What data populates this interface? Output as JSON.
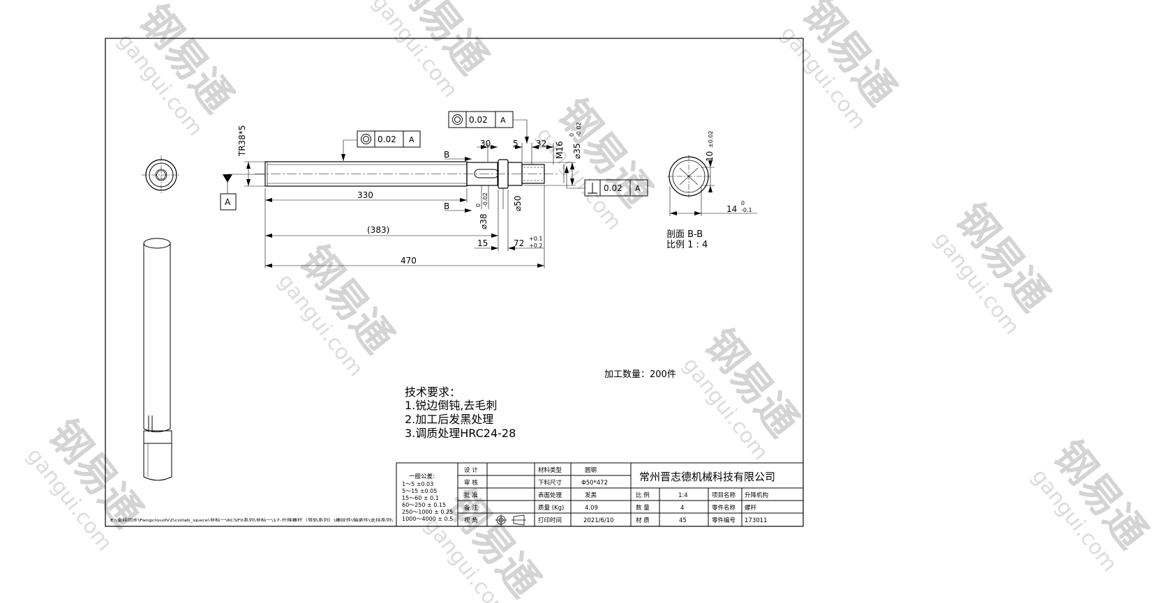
{
  "colors": {
    "line": "#000000",
    "watermark": "#d4d4d4",
    "background": "#ffffff"
  },
  "watermark": {
    "mark": "钢易通",
    "domain": "gangui.com"
  },
  "views": {
    "front": {
      "thread_label": "TR38*5",
      "dim_overall": "470",
      "dim_ref": "(383)",
      "dim_thread_len": "330",
      "dim_15": "15",
      "dim_72": "72",
      "tol_72_upper": "+0.1",
      "tol_72_lower": "+0.2",
      "dim_30": "30",
      "dim_5": "5",
      "dim_32": "32",
      "m16": "M16",
      "dia35": "⌀35",
      "dia35_upper": "0",
      "dia35_lower": "-0.02",
      "dia38": "⌀38",
      "dia38_upper": "0",
      "dia38_lower": "-0.02",
      "dia50": "⌀50",
      "section_mark": "B",
      "datum": "A",
      "fcf_1": {
        "symbol": "concentricity-icon",
        "value": "0.02",
        "datum": "A"
      },
      "fcf_2": {
        "symbol": "concentricity-icon",
        "value": "0.02",
        "datum": "A"
      },
      "fcf_3": {
        "symbol": "perpendicularity-icon",
        "value": "0.02",
        "datum": "A"
      }
    },
    "section": {
      "dim_10": "10",
      "tol_10": "±0.02",
      "dim_14": "14",
      "tol_14_upper": "0",
      "tol_14_lower": "-0.1",
      "title": "剖面 B-B",
      "scale": "比例 1 : 4"
    }
  },
  "quantity": "加工数量：200件",
  "tech_requirements": {
    "heading": "技术要求：",
    "items": [
      "1.锐边倒钝,去毛刺",
      "2.加工后发黑处理",
      "3.调质处理HRC24-28"
    ]
  },
  "file_path": "E:\\金砖同步\\FangcloudV2\\collab_space\\非标一\\KCSF0系列\\非标一\\17-升降螺杆（导轨系列）\\螺纹件\\轴承件\\支持系列\\",
  "title_block": {
    "tolerance_title": "一般公差:",
    "tolerance_rows": [
      "1～5   ±0.03",
      "5～15  ±0.05",
      "15～60  ± 0.1",
      "60～250  ± 0.15",
      "250～1000 ± 0.25",
      "1000～4000 ± 0.5"
    ],
    "role_design": "设 计",
    "role_review": "审 核",
    "role_approve": "批 准",
    "role_note": "备 注",
    "role_view": "视 角",
    "material_type_label": "材料类型",
    "material_type": "圆钢",
    "blank_size_label": "下料尺寸",
    "blank_size": "Φ50*472",
    "surface_label": "表面处理",
    "surface": "发黑",
    "mass_label": "质量 (Kg)",
    "mass": "4.09",
    "print_time_label": "打印时间",
    "print_time": "2021/6/10",
    "company": "常州晋志德机械科技有限公司",
    "scale_label": "比 例",
    "scale": "1:4",
    "qty_label": "数 量",
    "qty": "4",
    "material_label": "材 质",
    "material": "45",
    "project_label": "项目名称",
    "project": "升降机构",
    "part_name_label": "零件名称",
    "part_name": "螺杆",
    "part_no_label": "零件编号",
    "part_no": "173011"
  }
}
